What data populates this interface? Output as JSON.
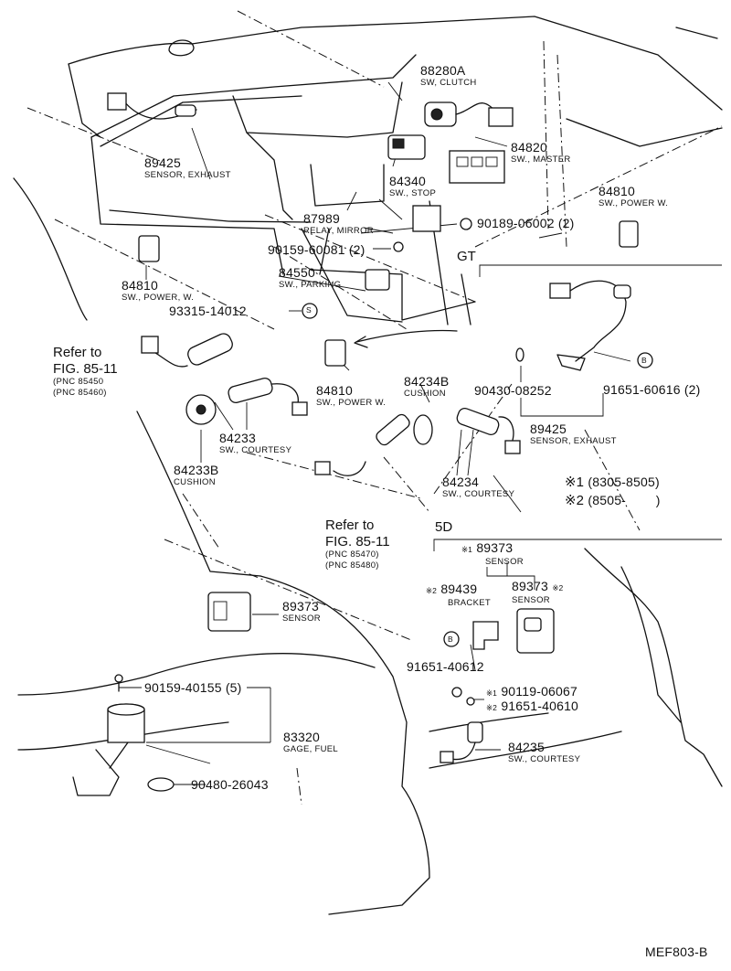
{
  "labels": {
    "p88280A": {
      "pn": "88280A",
      "desc": "SW, CLUTCH"
    },
    "p89425a": {
      "pn": "89425",
      "desc": "SENSOR, EXHAUST"
    },
    "p84820": {
      "pn": "84820",
      "desc": "SW., MASTER"
    },
    "p84340": {
      "pn": "84340",
      "desc": "SW., STOP"
    },
    "p84810a": {
      "pn": "84810",
      "desc": "SW., POWER W."
    },
    "p87989": {
      "pn": "87989",
      "desc": "RELAY, MIRROR"
    },
    "p90189": {
      "pn": "90189-06002 (2)"
    },
    "p90159a": {
      "pn": "90159-60081 (2)"
    },
    "p84810b": {
      "pn": "84810",
      "desc": "SW., POWER, W."
    },
    "p84550": {
      "pn": "84550",
      "desc": "SW., PARKING"
    },
    "p93315": {
      "pn": "93315-14012"
    },
    "gt": {
      "text": "GT"
    },
    "refer1": {
      "line1": "Refer to",
      "line2": "FIG. 85-11",
      "pnc1": "(PNC 85450",
      "pnc2": "(PNC 85460)"
    },
    "p84810c": {
      "pn": "84810",
      "desc": "SW., POWER W."
    },
    "p84234B": {
      "pn": "84234B",
      "desc": "CUSHION"
    },
    "p90430": {
      "pn": "90430-08252"
    },
    "p91651a": {
      "pn": "91651-60616 (2)"
    },
    "p84233": {
      "pn": "84233",
      "desc": "SW., COURTESY"
    },
    "p89425b": {
      "pn": "89425",
      "desc": "SENSOR, EXHAUST"
    },
    "p84233B": {
      "pn": "84233B",
      "desc": "CUSHION"
    },
    "p84234": {
      "pn": "84234",
      "desc": "SW., COURTESY"
    },
    "note1": {
      "mark": "※1",
      "text": "(8305-8505)"
    },
    "note2": {
      "mark": "※2",
      "text": "(8505-        )"
    },
    "refer2": {
      "line1": "Refer to",
      "line2": "FIG. 85-11",
      "pnc1": "(PNC 85470)",
      "pnc2": "(PNC 85480)"
    },
    "fiveD": {
      "text": "5D"
    },
    "p89373a": {
      "mark": "※1",
      "pn": "89373",
      "desc": "SENSOR"
    },
    "p89439": {
      "mark": "※2",
      "pn": "89439",
      "desc": "BRACKET"
    },
    "p89373b": {
      "pn": "89373",
      "mark": "※2",
      "desc": "SENSOR"
    },
    "p89373c": {
      "pn": "89373",
      "desc": "SENSOR"
    },
    "p91651b": {
      "pn": "91651-40612"
    },
    "p90119": {
      "mark": "※1",
      "pn": "90119-06067"
    },
    "p91651c": {
      "mark": "※2",
      "pn": "91651-40610"
    },
    "p90159b": {
      "pn": "90159-40155 (5)"
    },
    "p83320": {
      "pn": "83320",
      "desc": "GAGE, FUEL"
    },
    "p84235": {
      "pn": "84235",
      "desc": "SW., COURTESY"
    },
    "p90480": {
      "pn": "90480-26043"
    },
    "bolt_B": "B",
    "bolt_S": "S",
    "footer": "MEF803-B"
  }
}
